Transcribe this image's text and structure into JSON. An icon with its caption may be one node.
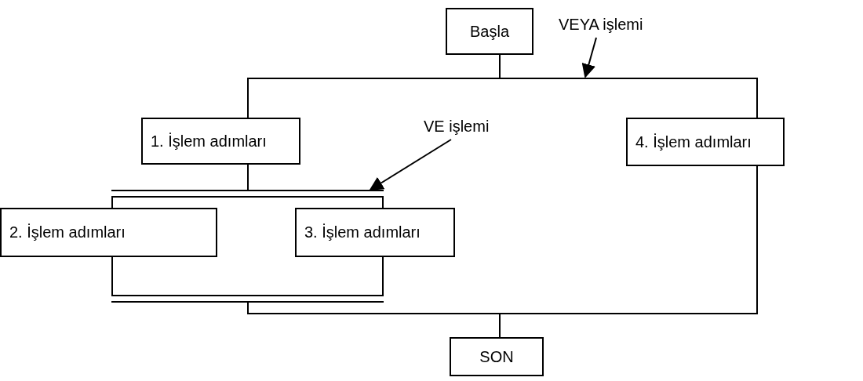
{
  "diagram": {
    "nodes": [
      {
        "text": [
          "Başla"
        ]
      },
      {
        "text": [
          "VEYA işlemi"
        ]
      },
      {
        "text": [
          "1. İşlem adımları"
        ]
      },
      {
        "text": [
          "VE işlemi"
        ]
      },
      {
        "text": [
          "4. İşlem adımları"
        ]
      },
      {
        "text": [
          "2. İşlem adımları"
        ]
      },
      {
        "text": [
          "3. İşlem adımları"
        ]
      },
      {
        "text": [
          "SON"
        ]
      },
      {
        "text": [],
        "shape": "bar"
      },
      {
        "text": [],
        "shape": "bar"
      }
    ],
    "edges": [
      {
        "from": 0,
        "to": 2,
        "arrow": "none"
      },
      {
        "from": 0,
        "to": 4,
        "arrow": "none"
      },
      {
        "from": 2,
        "to": 8,
        "arrow": "none"
      },
      {
        "from": 8,
        "to": 5,
        "arrow": "none"
      },
      {
        "from": 8,
        "to": 6,
        "arrow": "none"
      },
      {
        "from": 5,
        "to": 9,
        "arrow": "none"
      },
      {
        "from": 6,
        "to": 9,
        "arrow": "none"
      },
      {
        "from": 9,
        "to": 7,
        "arrow": "none"
      },
      {
        "from": 4,
        "to": 7,
        "arrow": "none"
      },
      {
        "from": 1,
        "to": null,
        "arrow": "to"
      },
      {
        "from": 3,
        "to": 8,
        "arrow": "to"
      }
    ]
  }
}
